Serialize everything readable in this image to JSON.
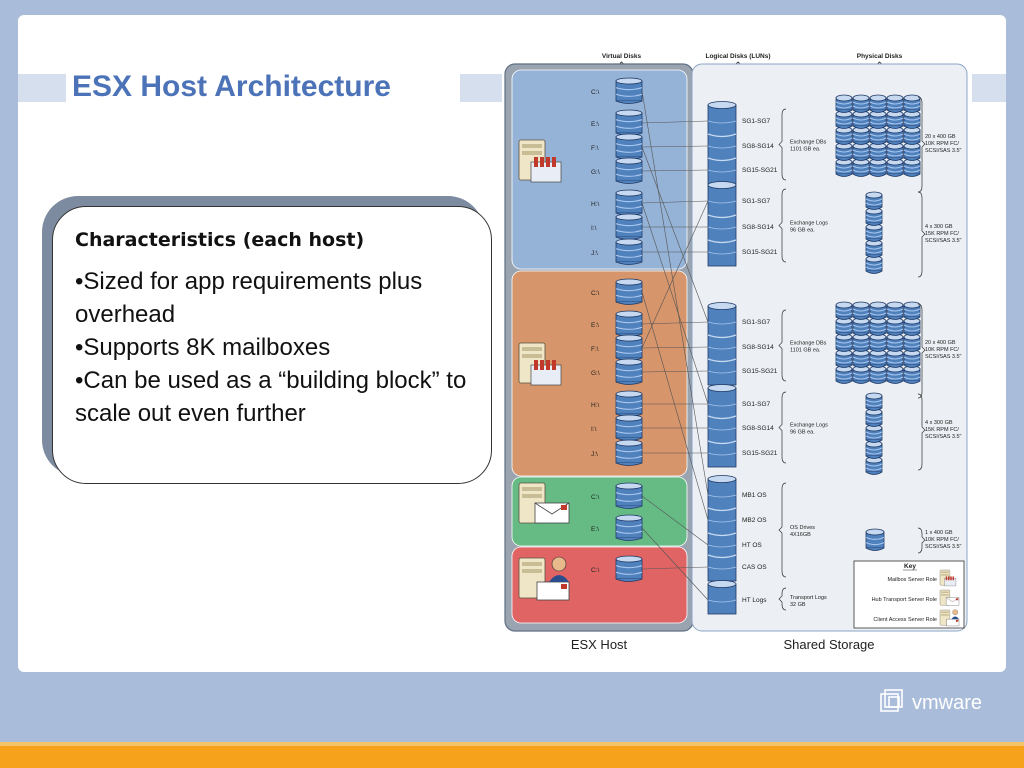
{
  "slide": {
    "title": "ESX Host Architecture",
    "callout": {
      "heading": "Characteristics (each host)",
      "bullets": [
        "Sized for app requirements plus overhead",
        "Supports 8K mailboxes",
        "Can be used as a “building block” to scale out even further"
      ]
    }
  },
  "diagram": {
    "column_headers": [
      "Virtual Disks",
      "Logical Disks (LUNs)",
      "Physical Disks"
    ],
    "host_label": "ESX Host",
    "storage_label": "Shared Storage",
    "panels": [
      {
        "color": "#95b3d7",
        "role": "mailbox",
        "drives": [
          "C:\\",
          "E:\\",
          "F:\\",
          "G:\\",
          "H:\\",
          "I:\\",
          "J:\\"
        ]
      },
      {
        "color": "#d6956a",
        "role": "mailbox",
        "drives": [
          "C:\\",
          "E:\\",
          "F:\\",
          "G:\\",
          "H:\\",
          "I:\\",
          "J:\\"
        ]
      },
      {
        "color": "#66bb85",
        "role": "hub-transport",
        "drives": [
          "C:\\",
          "E:\\"
        ]
      },
      {
        "color": "#e06464",
        "role": "client-access",
        "drives": [
          "C:\\"
        ]
      }
    ],
    "lun_groups": [
      {
        "luns": [
          "SG1-SG7",
          "SG8-SG14",
          "SG15-SG21"
        ],
        "label": [
          "Exchange DBs",
          "1101 GB ea."
        ]
      },
      {
        "luns": [
          "SG1-SG7",
          "SG8-SG14",
          "SG15-SG21"
        ],
        "label": [
          "Exchange Logs",
          "96 GB ea."
        ]
      },
      {
        "luns": [
          "SG1-SG7",
          "SG8-SG14",
          "SG15-SG21"
        ],
        "label": [
          "Exchange DBs",
          "1101 GB ea."
        ]
      },
      {
        "luns": [
          "SG1-SG7",
          "SG8-SG14",
          "SG15-SG21"
        ],
        "label": [
          "Exchange Logs",
          "96 GB ea."
        ]
      },
      {
        "luns": [
          "MB1 OS",
          "MB2 OS",
          "HT OS",
          "CAS OS"
        ],
        "label": [
          "OS Drives",
          "4X16GB"
        ]
      },
      {
        "luns": [
          "HT Logs"
        ],
        "label": [
          "Transport Logs",
          "32 GB"
        ]
      }
    ],
    "physical_specs": [
      [
        "20 x 400 GB",
        "10K RPM FC/",
        "SCSI/SAS 3.5\""
      ],
      [
        "4 x 300 GB",
        "15K RPM FC/",
        "SCSI/SAS 3.5\""
      ],
      [
        "20 x 400 GB",
        "10K RPM FC/",
        "SCSI/SAS 3.5\""
      ],
      [
        "4 x 300 GB",
        "15K RPM FC/",
        "SCSI/SAS 3.5\""
      ],
      [
        "1 x 400 GB",
        "10K RPM FC/",
        "SCSI/SAS 3.5\""
      ]
    ],
    "key": {
      "title": "Key",
      "items": [
        "Mailbox Server Role",
        "Hub Transport Server Role",
        "Client Access Server Role"
      ]
    }
  },
  "brand": {
    "logo_text": "vmware",
    "accent": "#f7a21b",
    "title_color": "#4c72b8"
  }
}
